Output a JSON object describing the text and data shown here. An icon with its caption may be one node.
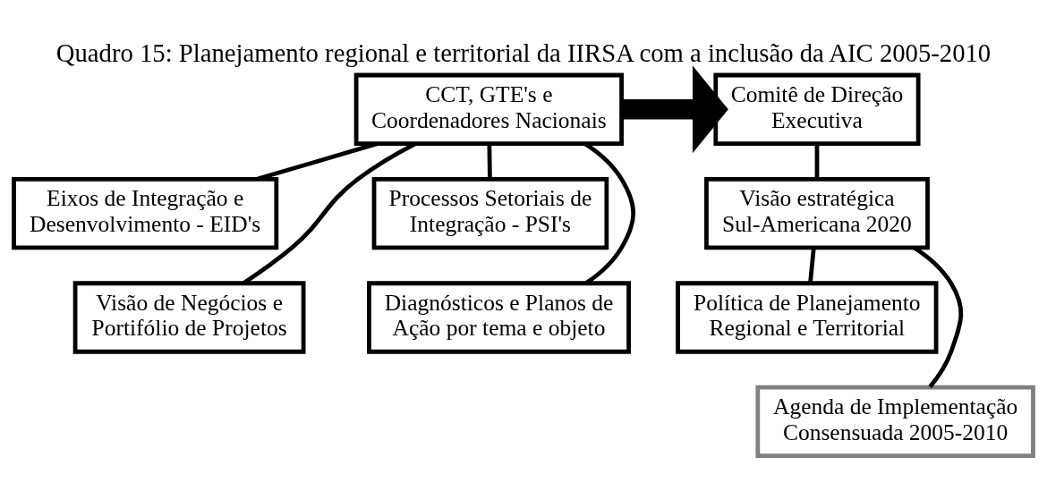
{
  "diagram": {
    "title": "Quadro 15: Planejamento regional e territorial da IIRSA com a inclusão da AIC 2005-2010",
    "nodes": [
      {
        "text": [
          "CCT, GTE's e Coordenadores Nacionais"
        ]
      },
      {
        "text": [
          "Eixos de Integração e Desenvolvimento - EID's"
        ]
      },
      {
        "text": [
          "Processos Setoriais de Integração - PSI's"
        ]
      },
      {
        "text": [
          "Visão de Negócios e Portifólio de Projetos"
        ]
      },
      {
        "text": [
          "Diagnósticos e Planos de Ação por tema e objeto"
        ]
      },
      {
        "text": [
          "Comitê de Direção Executiva"
        ]
      },
      {
        "text": [
          "Visão estratégica Sul-Americana 2020"
        ]
      },
      {
        "text": [
          "Política de Planejamento Regional e Territorial"
        ]
      },
      {
        "text": [
          "Agenda de Implementação Consensuada 2005-2010"
        ]
      }
    ],
    "edges": [
      {
        "from": 0,
        "to": 5,
        "arrow": "to",
        "style": "thick"
      },
      {
        "from": 0,
        "to": 1,
        "arrow": "none"
      },
      {
        "from": 0,
        "to": 2,
        "arrow": "none"
      },
      {
        "from": 0,
        "to": 3,
        "arrow": "none"
      },
      {
        "from": 0,
        "to": 4,
        "arrow": "none"
      },
      {
        "from": 5,
        "to": 6,
        "arrow": "none"
      },
      {
        "from": 6,
        "to": 7,
        "arrow": "none"
      },
      {
        "from": 6,
        "to": 8,
        "arrow": "none"
      }
    ]
  }
}
